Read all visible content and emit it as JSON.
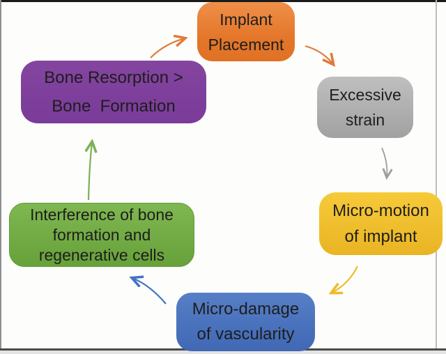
{
  "diagram": {
    "type": "cycle-diagram",
    "background_color": "#fdfdfc",
    "text_color": "#1d1d1d",
    "nodes": {
      "implant": {
        "line1": "Implant",
        "line2": "Placement",
        "fill": "#e4762a"
      },
      "strain": {
        "line1": "Excessive",
        "line2": "strain",
        "fill": "#a8a7a7"
      },
      "micromotion": {
        "line1": "Micro-motion",
        "line2": "of implant",
        "fill": "#eebd2b"
      },
      "microdamage": {
        "line1": "Micro-damage",
        "line2": "of vascularity",
        "fill": "#4a72bd"
      },
      "interference": {
        "line1": "Interference of bone",
        "line2": "formation and",
        "line3": "regenerative cells",
        "fill": "#72ab45"
      },
      "resorption": {
        "line1": "Bone Resorption >",
        "line2": "Bone  Formation",
        "fill": "#7b3e9b"
      }
    },
    "arrows": [
      {
        "from": "resorption",
        "to": "implant",
        "color": "#e07b39"
      },
      {
        "from": "implant",
        "to": "strain",
        "color": "#e07b39"
      },
      {
        "from": "strain",
        "to": "micromotion",
        "color": "#9d9d9d"
      },
      {
        "from": "micromotion",
        "to": "microdamage",
        "color": "#efbb2c"
      },
      {
        "from": "microdamage",
        "to": "interference",
        "color": "#4472c4"
      },
      {
        "from": "interference",
        "to": "resorption",
        "color": "#7cb153"
      }
    ]
  }
}
